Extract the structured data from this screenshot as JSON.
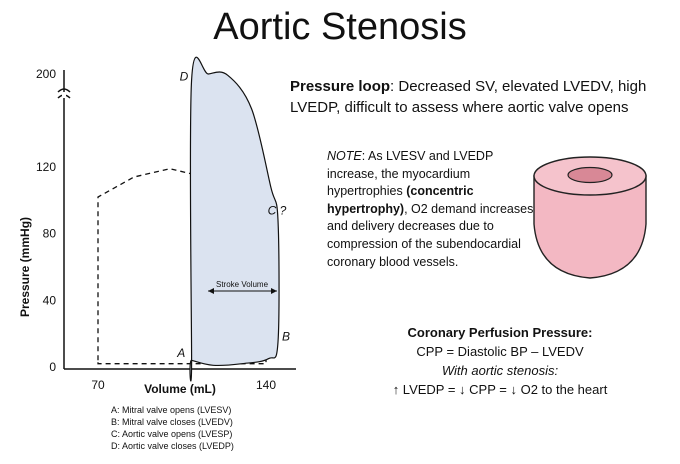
{
  "title": "Aortic Stenosis",
  "chart_data": {
    "type": "line",
    "title": "",
    "xlabel": "Volume (mL)",
    "ylabel": "Pressure (mmHg)",
    "x_ticks": [
      "70",
      "140"
    ],
    "y_ticks": [
      "0",
      "40",
      "80",
      "120",
      "200"
    ],
    "y_axis_break": true,
    "series": [
      {
        "style": "dashed",
        "x": [
          70,
          70,
          85,
          100,
          120,
          140,
          140,
          70
        ],
        "y": [
          4,
          102,
          114,
          119,
          112,
          80,
          2,
          2
        ]
      },
      {
        "style": "filled",
        "fill": "#dbe3f0",
        "x": [
          109,
          109,
          116,
          124,
          134,
          142,
          145,
          145,
          141,
          130,
          118,
          109
        ],
        "y": [
          4,
          195,
          200,
          199,
          170,
          108,
          88,
          15,
          5,
          2,
          1,
          4
        ]
      }
    ],
    "point_labels": [
      {
        "label": "A",
        "x": 108,
        "y": 6
      },
      {
        "label": "B",
        "x": 145,
        "y": 16
      },
      {
        "label": "C ?",
        "x": 144,
        "y": 88
      },
      {
        "label": "D",
        "x": 109,
        "y": 198
      }
    ],
    "annotation": "Stroke Volume"
  },
  "legend": [
    "A: Mitral valve opens (LVESV)",
    "B: Mitral valve closes (LVEDV)",
    "C: Aortic valve opens (LVESP)",
    "D: Aortic valve closes (LVEDP)"
  ],
  "pressure_loop": {
    "label": "Pressure loop",
    "text": ": Decreased SV, elevated LVEDV, high LVEDP, difficult to assess where aortic valve opens"
  },
  "note": {
    "label": "NOTE",
    "text1": ": As LVESV and LVEDP increase, the myocardium hypertrophies ",
    "bold": "(concentric hypertrophy)",
    "text2": ", O2 demand increases, and delivery decreases due to compression of the subendocardial coronary blood vessels."
  },
  "cpp": {
    "heading": "Coronary Perfusion Pressure:",
    "formula": "CPP = Diastolic BP – LVEDV",
    "with": "With aortic stenosis:",
    "result": "↑ LVEDP = ↓ CPP = ↓ O2 to the heart"
  },
  "colors": {
    "loop_fill": "#dbe3f0",
    "heart_fill": "#f3b8c3",
    "heart_inner": "#d88896"
  }
}
